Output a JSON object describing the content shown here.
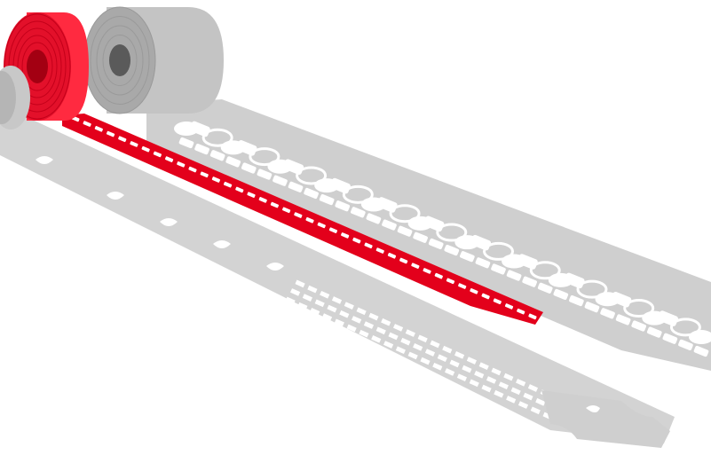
{
  "scene": {
    "background": "#ffffff",
    "colors": {
      "gray_strip": "#cfcfcf",
      "gray_strip_edge": "#bdbdbd",
      "gray_roll_face": "#a9a9a9",
      "gray_roll_side": "#c4c4c4",
      "gray_roll_core": "#5a5a5a",
      "red_strip": "#e3001b",
      "red_strip_dark": "#b00015",
      "red_roll_face": "#e3102a",
      "red_roll_side": "#ff2a40",
      "red_roll_core": "#a30012",
      "cutout": "#ffffff"
    },
    "objects": [
      "large-gray-roll",
      "red-roll",
      "small-gray-roll",
      "wide-gray-die-cut-strip",
      "red-die-cut-strip",
      "narrow-gray-die-cut-strip"
    ]
  }
}
